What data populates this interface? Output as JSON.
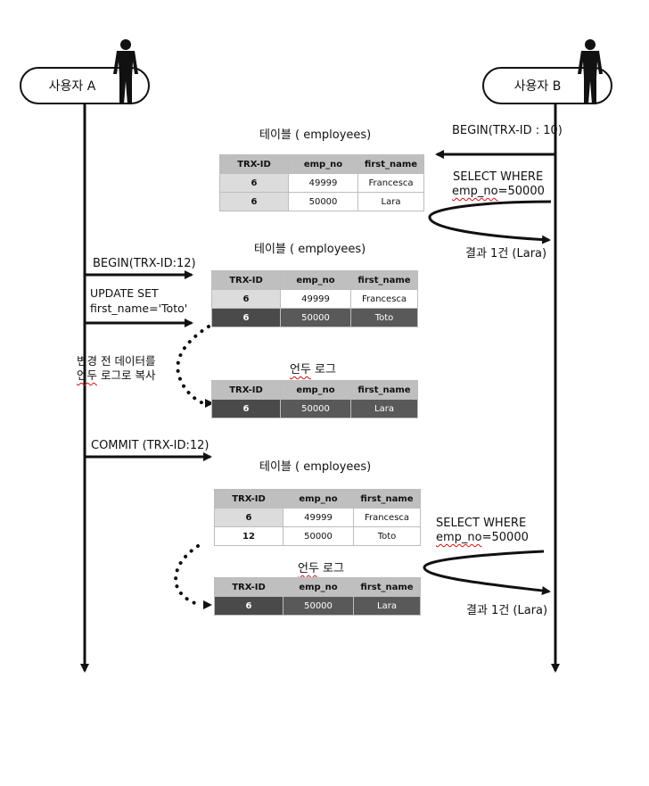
{
  "actors": {
    "a": {
      "label": "사용자 A",
      "icon": "person-silhouette-icon"
    },
    "b": {
      "label": "사용자 B",
      "icon": "person-silhouette-icon"
    }
  },
  "messages": {
    "b_begin": "BEGIN(TRX-ID : 10)",
    "b_select1_line1": "SELECT WHERE",
    "b_select1_line2_pre": "emp_no",
    "b_select1_line2_post": "=50000",
    "b_result1": "결과 1건 (Lara)",
    "a_begin": "BEGIN(TRX-ID:12)",
    "a_update_line1": "UPDATE SET",
    "a_update_line2": "first_name='Toto'",
    "a_copy_line1": "변경 전 데이터를",
    "a_copy_line2_pre": "언두",
    "a_copy_line2_post": " 로그로 복사",
    "a_commit": "COMMIT (TRX-ID:12)",
    "b_select2_line1": "SELECT WHERE",
    "b_select2_line2_pre": "emp_no",
    "b_select2_line2_post": "=50000",
    "b_result2": "결과 1건 (Lara)"
  },
  "titles": {
    "table1": "테이블 ( employees)",
    "table2": "테이블 ( employees)",
    "undo1_pre": "언두",
    "undo1_post": " 로그",
    "table3": "테이블 ( employees)",
    "undo2_pre": "언두",
    "undo2_post": " 로그"
  },
  "columns": [
    "TRX-ID",
    "emp_no",
    "first_name"
  ],
  "tables": {
    "t1": [
      [
        "6",
        "49999",
        "Francesca"
      ],
      [
        "6",
        "50000",
        "Lara"
      ]
    ],
    "t2": [
      [
        "6",
        "49999",
        "Francesca"
      ],
      [
        "6",
        "50000",
        "Toto"
      ]
    ],
    "u1": [
      [
        "6",
        "50000",
        "Lara"
      ]
    ],
    "t3": [
      [
        "6",
        "49999",
        "Francesca"
      ],
      [
        "12",
        "50000",
        "Toto"
      ]
    ],
    "u2": [
      [
        "6",
        "50000",
        "Lara"
      ]
    ]
  }
}
